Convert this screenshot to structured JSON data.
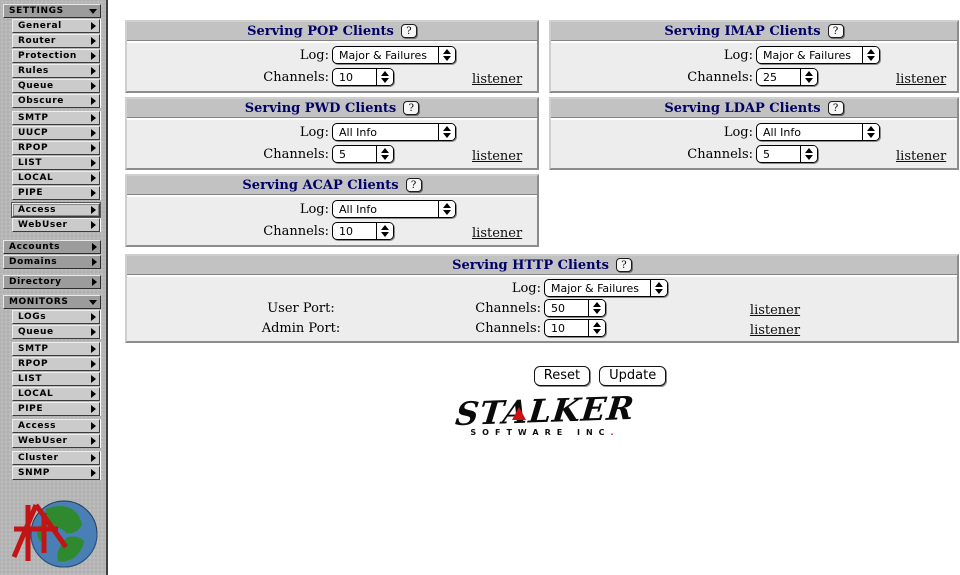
{
  "icons": {
    "chevron_down": "▼",
    "chevron_right": "▶",
    "help": "?"
  },
  "colors": {
    "title_navy": "#000066",
    "panel_header": "#c2c2c2",
    "panel_body": "#ededed",
    "logo_red": "#cc1111"
  },
  "sidebar": {
    "items": [
      {
        "label": "SETTINGS"
      },
      {
        "label": "General"
      },
      {
        "label": "Router"
      },
      {
        "label": "Protection"
      },
      {
        "label": "Rules"
      },
      {
        "label": "Queue"
      },
      {
        "label": "Obscure"
      },
      {
        "label": "SMTP"
      },
      {
        "label": "UUCP"
      },
      {
        "label": "RPOP"
      },
      {
        "label": "LIST"
      },
      {
        "label": "LOCAL"
      },
      {
        "label": "PIPE"
      },
      {
        "label": "Access"
      },
      {
        "label": "WebUser"
      },
      {
        "label": "Accounts"
      },
      {
        "label": "Domains"
      },
      {
        "label": "Directory"
      },
      {
        "label": "MONITORS"
      },
      {
        "label": "LOGs"
      },
      {
        "label": "Queue"
      },
      {
        "label": "SMTP"
      },
      {
        "label": "RPOP"
      },
      {
        "label": "LIST"
      },
      {
        "label": "LOCAL"
      },
      {
        "label": "PIPE"
      },
      {
        "label": "Access"
      },
      {
        "label": "WebUser"
      },
      {
        "label": "Cluster"
      },
      {
        "label": "SNMP"
      }
    ]
  },
  "panels": {
    "pop": {
      "title": "Serving POP Clients",
      "log_label": "Log:",
      "log_value": "Major & Failures",
      "channels_label": "Channels:",
      "channels_value": "10",
      "listener": "listener"
    },
    "imap": {
      "title": "Serving IMAP Clients",
      "log_label": "Log:",
      "log_value": "Major & Failures",
      "channels_label": "Channels:",
      "channels_value": "25",
      "listener": "listener"
    },
    "pwd": {
      "title": "Serving PWD Clients",
      "log_label": "Log:",
      "log_value": "All Info",
      "channels_label": "Channels:",
      "channels_value": "5",
      "listener": "listener"
    },
    "ldap": {
      "title": "Serving LDAP Clients",
      "log_label": "Log:",
      "log_value": "All Info",
      "channels_label": "Channels:",
      "channels_value": "5",
      "listener": "listener"
    },
    "acap": {
      "title": "Serving ACAP Clients",
      "log_label": "Log:",
      "log_value": "All Info",
      "channels_label": "Channels:",
      "channels_value": "10",
      "listener": "listener"
    },
    "http": {
      "title": "Serving HTTP Clients",
      "log_label": "Log:",
      "log_value": "Major & Failures",
      "rows": [
        {
          "port_label": "User Port:",
          "channels_label": "Channels:",
          "channels_value": "50",
          "listener": "listener"
        },
        {
          "port_label": "Admin Port:",
          "channels_label": "Channels:",
          "channels_value": "10",
          "listener": "listener"
        }
      ]
    }
  },
  "footer": {
    "reset_label": "Reset",
    "update_label": "Update"
  },
  "logo": {
    "brand": "STALKER",
    "subtitle": "SOFTWARE INC",
    "dot": "."
  }
}
